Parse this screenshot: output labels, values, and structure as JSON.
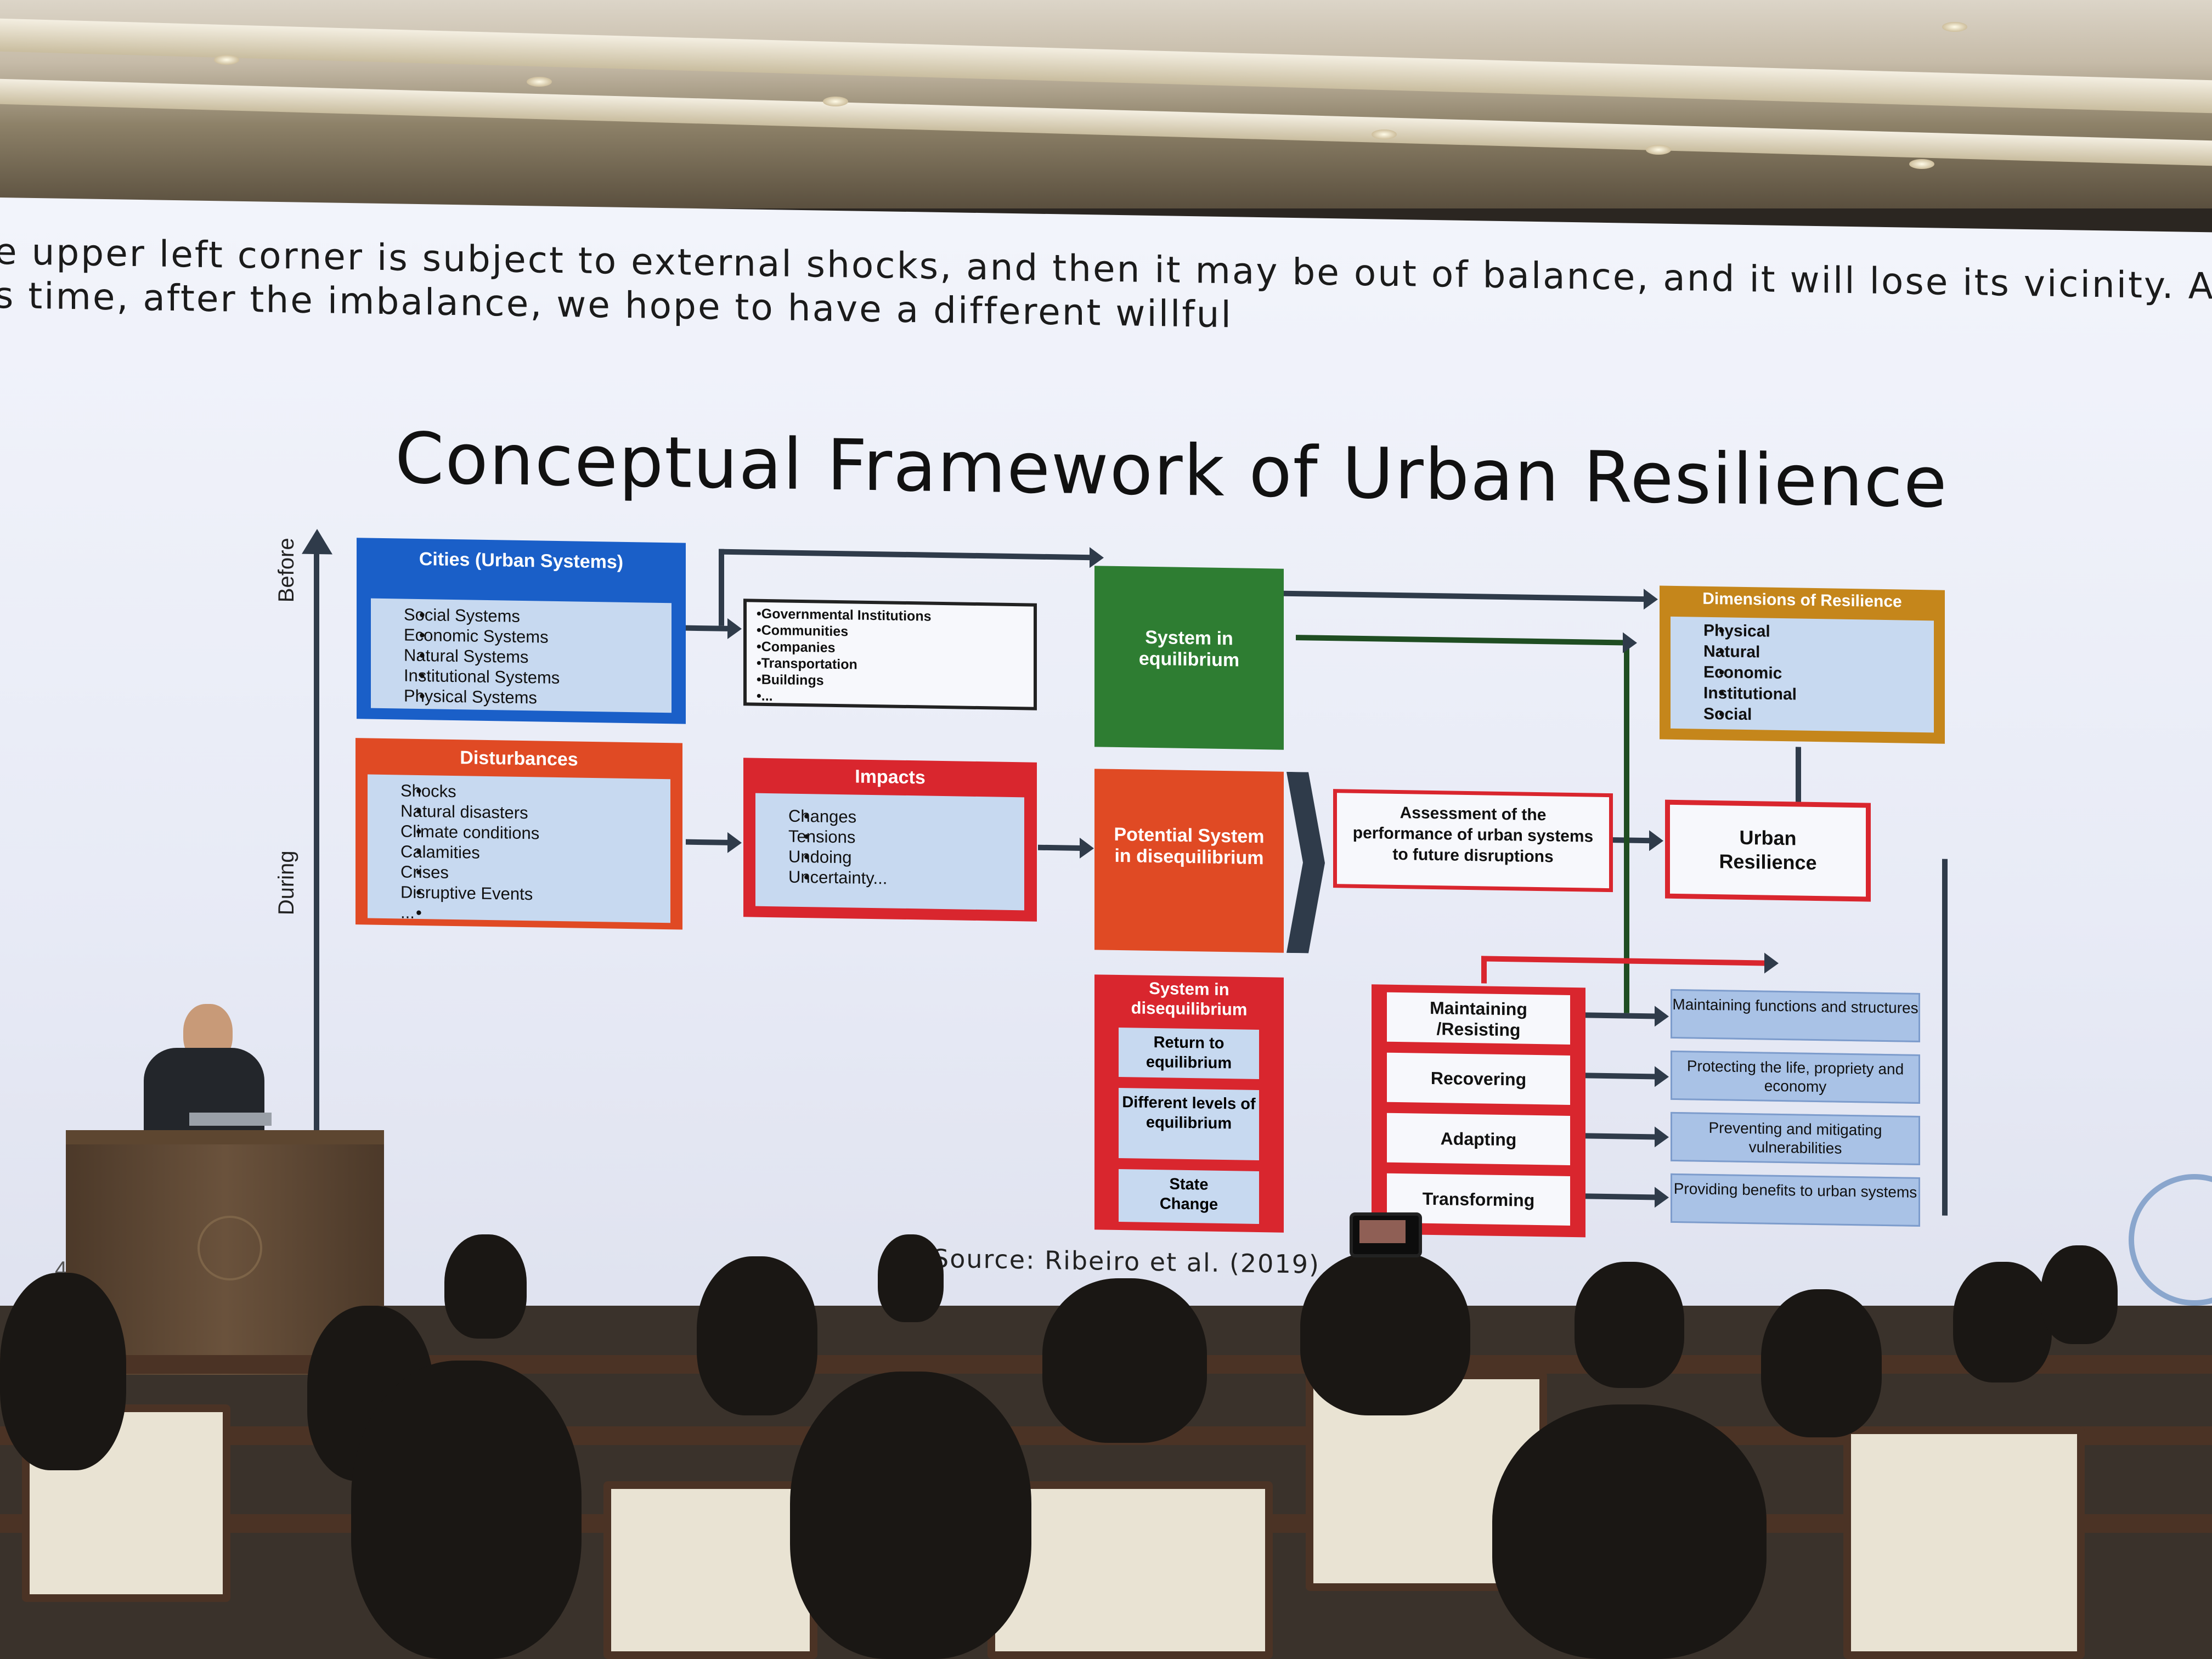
{
  "caption": {
    "line1": "e upper left corner is subject to external shocks, and then it may be out of balance, and it will lose its vicinity. A",
    "line2": "s time, after the imbalance, we hope to have a different willful"
  },
  "slide": {
    "title": "Conceptual Framework of Urban Resilience",
    "axis": {
      "before": "Before",
      "during": "During"
    },
    "cities": {
      "title": "Cities (Urban Systems)",
      "items": [
        "Social Systems",
        "Economic Systems",
        "Natural Systems",
        "Institutional Systems",
        "Physical Systems"
      ]
    },
    "entities": [
      "•Governmental Institutions",
      "•Communities",
      "•Companies",
      "•Transportation",
      "•Buildings",
      "•..."
    ],
    "disturbances": {
      "title": "Disturbances",
      "items": [
        "Shocks",
        "Natural disasters",
        "Climate conditions",
        "Calamities",
        "Crises",
        "Disruptive Events",
        "..."
      ]
    },
    "impacts": {
      "title": "Impacts",
      "items": [
        "Changes",
        "Tensions",
        "Undoing",
        "Uncertainty..."
      ]
    },
    "equilibrium": "System in equilibrium",
    "potential": "Potential System in disequilibrium",
    "assessment": "Assessment of the performance of urban systems to future disruptions",
    "urban_resilience": "Urban Resilience",
    "dimensions": {
      "title": "Dimensions of Resilience",
      "items": [
        "Physical",
        "Natural",
        "Economic",
        "Institutional",
        "Social"
      ]
    },
    "disequilibrium": {
      "title": "System in disequilibrium",
      "items": [
        "Return to equilibrium",
        "Different levels of equilibrium",
        "State Change"
      ]
    },
    "capacities": [
      "Maintaining /Resisting",
      "Recovering",
      "Adapting",
      "Transforming"
    ],
    "outcomes": [
      "Maintaining  functions and structures",
      "Protecting the life, propriety and economy",
      "Preventing and mitigating vulnerabilities",
      "Providing benefits to urban systems"
    ],
    "source": "Source: Ribeiro et al. (2019)",
    "page": "4"
  },
  "colors": {
    "blue": "#1a5fc8",
    "red": "#d9262e",
    "orange_red": "#e04a24",
    "green": "#2e7d32",
    "gold": "#c5861b",
    "light_blue": "#c7d9f0",
    "arrow": "#2f3b4a"
  }
}
